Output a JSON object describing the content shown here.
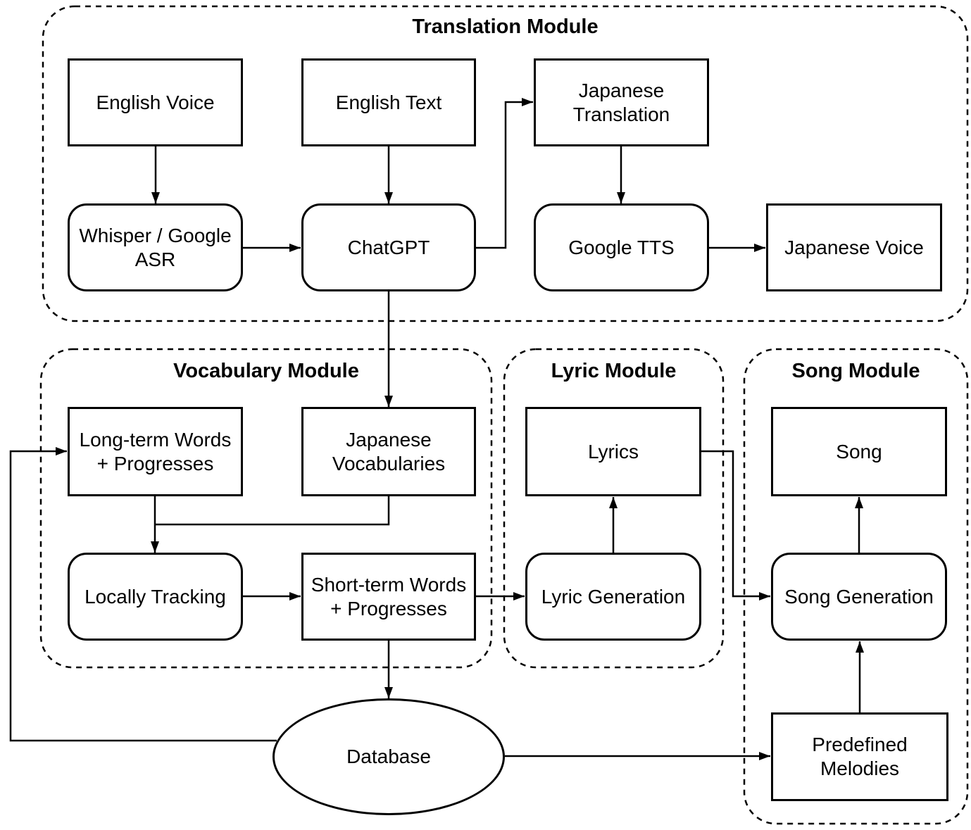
{
  "palette": {
    "stroke": "#000000",
    "fill": "#ffffff",
    "text": "#000000"
  },
  "modules": {
    "translation": {
      "title": "Translation Module"
    },
    "vocabulary": {
      "title": "Vocabulary Module"
    },
    "lyric": {
      "title": "Lyric Module"
    },
    "song": {
      "title": "Song Module"
    }
  },
  "nodes": {
    "english_voice": {
      "label": "English Voice",
      "shape": "rectangle",
      "module": "translation"
    },
    "english_text": {
      "label": "English Text",
      "shape": "rectangle",
      "module": "translation"
    },
    "japanese_translation": {
      "label": "Japanese\nTranslation",
      "shape": "rectangle",
      "module": "translation"
    },
    "whisper_google_asr": {
      "label": "Whisper / Google\nASR",
      "shape": "rounded",
      "module": "translation"
    },
    "chatgpt": {
      "label": "ChatGPT",
      "shape": "rounded",
      "module": "translation"
    },
    "google_tts": {
      "label": "Google TTS",
      "shape": "rounded",
      "module": "translation"
    },
    "japanese_voice": {
      "label": "Japanese Voice",
      "shape": "rectangle",
      "module": "translation"
    },
    "long_term_words": {
      "label": "Long-term Words\n+ Progresses",
      "shape": "rectangle",
      "module": "vocabulary"
    },
    "japanese_vocabularies": {
      "label": "Japanese\nVocabularies",
      "shape": "rectangle",
      "module": "vocabulary"
    },
    "locally_tracking": {
      "label": "Locally Tracking",
      "shape": "rounded",
      "module": "vocabulary"
    },
    "short_term_words": {
      "label": "Short-term Words\n+ Progresses",
      "shape": "rectangle",
      "module": "vocabulary"
    },
    "lyrics": {
      "label": "Lyrics",
      "shape": "rectangle",
      "module": "lyric"
    },
    "lyric_generation": {
      "label": "Lyric Generation",
      "shape": "rounded",
      "module": "lyric"
    },
    "song": {
      "label": "Song",
      "shape": "rectangle",
      "module": "song"
    },
    "song_generation": {
      "label": "Song Generation",
      "shape": "rounded",
      "module": "song"
    },
    "predefined_melodies": {
      "label": "Predefined\nMelodies",
      "shape": "rectangle",
      "module": "song"
    },
    "database": {
      "label": "Database",
      "shape": "ellipse",
      "module": "none"
    }
  },
  "edges": [
    {
      "from": "english_voice",
      "to": "whisper_google_asr"
    },
    {
      "from": "english_text",
      "to": "chatgpt"
    },
    {
      "from": "whisper_google_asr",
      "to": "chatgpt"
    },
    {
      "from": "chatgpt",
      "to": "japanese_translation"
    },
    {
      "from": "japanese_translation",
      "to": "google_tts"
    },
    {
      "from": "google_tts",
      "to": "japanese_voice"
    },
    {
      "from": "chatgpt",
      "to": "japanese_vocabularies"
    },
    {
      "from": "japanese_vocabularies",
      "to": "locally_tracking"
    },
    {
      "from": "long_term_words",
      "to": "locally_tracking"
    },
    {
      "from": "locally_tracking",
      "to": "short_term_words"
    },
    {
      "from": "short_term_words",
      "to": "lyric_generation"
    },
    {
      "from": "lyric_generation",
      "to": "lyrics"
    },
    {
      "from": "lyrics",
      "to": "song_generation"
    },
    {
      "from": "song_generation",
      "to": "song"
    },
    {
      "from": "predefined_melodies",
      "to": "song_generation"
    },
    {
      "from": "short_term_words",
      "to": "database"
    },
    {
      "from": "database",
      "to": "long_term_words"
    },
    {
      "from": "database",
      "to": "predefined_melodies"
    }
  ]
}
